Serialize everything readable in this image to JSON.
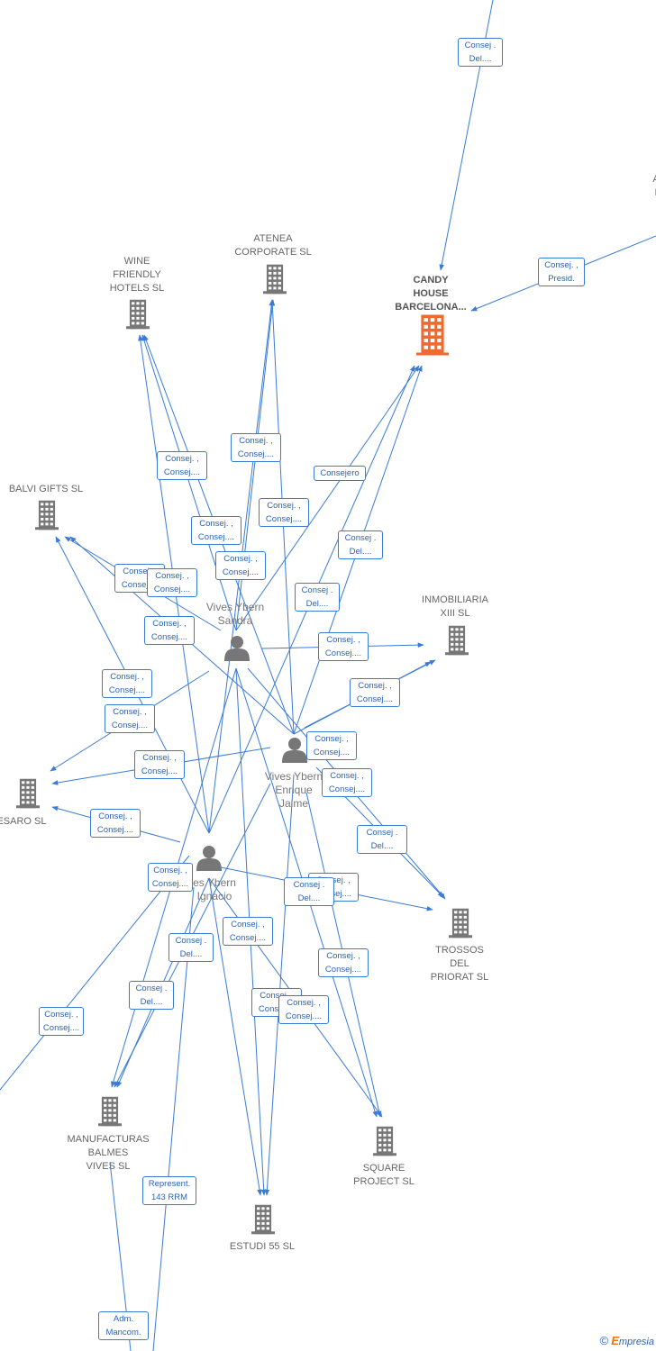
{
  "companies": [
    {
      "id": "candy",
      "label": "CANDY HOUSE BARCELONA...",
      "lines": [
        "CANDY",
        "HOUSE",
        "BARCELONA..."
      ],
      "highlight": true
    },
    {
      "id": "wine",
      "label": "WINE FRIENDLY HOTELS SL",
      "lines": [
        "WINE",
        "FRIENDLY",
        "HOTELS SL"
      ]
    },
    {
      "id": "atenea",
      "label": "ATENEA CORPORATE SL",
      "lines": [
        "ATENEA",
        "CORPORATE  SL"
      ]
    },
    {
      "id": "balvi",
      "label": "BALVI GIFTS SL",
      "lines": [
        "BALVI GIFTS  SL"
      ]
    },
    {
      "id": "inmob",
      "label": "INMOBILIARIA XIII SL",
      "lines": [
        "INMOBILIARIA",
        "XIII SL"
      ]
    },
    {
      "id": "resaro",
      "label": "RESARO SL",
      "lines": [
        "RESARO SL"
      ]
    },
    {
      "id": "trossos",
      "label": "TROSSOS DEL PRIORAT SL",
      "lines": [
        "TROSSOS",
        "DEL",
        "PRIORAT SL"
      ]
    },
    {
      "id": "manuf",
      "label": "MANUFACTURAS BALMES VIVES SL",
      "lines": [
        "MANUFACTURAS",
        "BALMES",
        "VIVES SL"
      ]
    },
    {
      "id": "square",
      "label": "SQUARE PROJECT SL",
      "lines": [
        "SQUARE",
        "PROJECT SL"
      ]
    },
    {
      "id": "estudi",
      "label": "ESTUDI 55 SL",
      "lines": [
        "ESTUDI 55 SL"
      ]
    },
    {
      "id": "topright",
      "label": "A",
      "lines": [
        "A",
        "I"
      ]
    }
  ],
  "persons": [
    {
      "id": "sandra",
      "label": "Vives Ybern Sandra",
      "lines": [
        "Vives Ybern",
        "Sandra"
      ]
    },
    {
      "id": "enrique",
      "label": "Vives Ybern Enrique Jaime",
      "lines": [
        "Vives Ybern",
        "Enrique",
        "Jaime"
      ]
    },
    {
      "id": "ignacio",
      "label": "Vives Ybern Ignacio",
      "lines": [
        "es Ybern",
        "Ignacio"
      ]
    }
  ],
  "edge_labels": [
    {
      "id": "e1",
      "lines": [
        "Consej .",
        "Del...."
      ]
    },
    {
      "id": "e2",
      "lines": [
        "Consej. ,",
        "Presid."
      ]
    },
    {
      "id": "e3",
      "lines": [
        "Consej. ,",
        "Consej...."
      ]
    },
    {
      "id": "e4",
      "lines": [
        "Consej. ,",
        "Consej...."
      ]
    },
    {
      "id": "e5",
      "lines": [
        "Consejero"
      ]
    },
    {
      "id": "e6",
      "lines": [
        "Consej. ,",
        "Consej...."
      ]
    },
    {
      "id": "e7",
      "lines": [
        "Consej. ,",
        "Consej...."
      ]
    },
    {
      "id": "e8",
      "lines": [
        "Consej .",
        "Del...."
      ]
    },
    {
      "id": "e9",
      "lines": [
        "Consej. ,",
        "Consej...."
      ]
    },
    {
      "id": "e10",
      "lines": [
        "Consej. ,",
        "Consej...."
      ]
    },
    {
      "id": "e11",
      "lines": [
        "Consej. ,",
        "Consej...."
      ]
    },
    {
      "id": "e12",
      "lines": [
        "Consej .",
        "Del...."
      ]
    },
    {
      "id": "e13",
      "lines": [
        "Consej. ,",
        "Consej...."
      ]
    },
    {
      "id": "e14",
      "lines": [
        "Consej. ,",
        "Consej...."
      ]
    },
    {
      "id": "e15",
      "lines": [
        "Consej. ,",
        "Consej...."
      ]
    },
    {
      "id": "e16",
      "lines": [
        "Consej. ,",
        "Consej...."
      ]
    },
    {
      "id": "e17",
      "lines": [
        "Consej. ,",
        "Consej...."
      ]
    },
    {
      "id": "e18",
      "lines": [
        "Consej. ,",
        "Consej...."
      ]
    },
    {
      "id": "e19",
      "lines": [
        "Consej. ,",
        "Consej...."
      ]
    },
    {
      "id": "e20",
      "lines": [
        "Consej. ,",
        "Consej...."
      ]
    },
    {
      "id": "e21",
      "lines": [
        "Consej. ,",
        "Consej...."
      ]
    },
    {
      "id": "e22",
      "lines": [
        "Consej .",
        "Del...."
      ]
    },
    {
      "id": "e23",
      "lines": [
        "Consej. ,",
        "Consej...."
      ]
    },
    {
      "id": "e24",
      "lines": [
        "Consej. ,",
        "Consej...."
      ]
    },
    {
      "id": "e25",
      "lines": [
        "Consej .",
        "Del...."
      ]
    },
    {
      "id": "e26",
      "lines": [
        "Consej. ,",
        "Consej...."
      ]
    },
    {
      "id": "e27",
      "lines": [
        "Consej .",
        "Del...."
      ]
    },
    {
      "id": "e28",
      "lines": [
        "Consej .",
        "Del...."
      ]
    },
    {
      "id": "e29",
      "lines": [
        "Consej. ,",
        "Consej...."
      ]
    },
    {
      "id": "e30",
      "lines": [
        "Consej. ,",
        "Consej...."
      ]
    },
    {
      "id": "e31",
      "lines": [
        "Consej. ,",
        "Consej...."
      ]
    },
    {
      "id": "e32",
      "lines": [
        "Consej. ,",
        "Consej...."
      ]
    },
    {
      "id": "e33",
      "lines": [
        "Represent.",
        "143 RRM"
      ]
    },
    {
      "id": "e34",
      "lines": [
        "Adm.",
        "Mancom."
      ]
    }
  ],
  "footer": {
    "copyright": "©",
    "brand_first": "E",
    "brand_rest": "mpresia"
  },
  "colors": {
    "edge": "#3a7bd5",
    "building": "#777777",
    "highlight": "#ee6a2f",
    "person": "#777777"
  },
  "icons": {
    "company": "building-icon",
    "person": "person-icon"
  }
}
